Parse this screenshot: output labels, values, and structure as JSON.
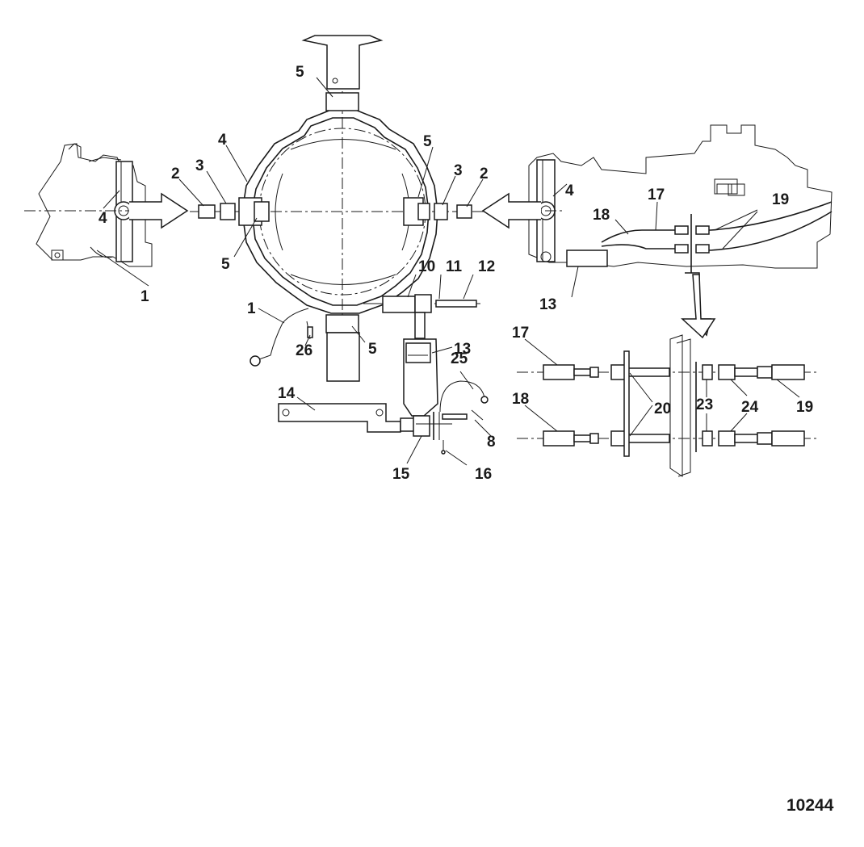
{
  "figure_id": "10244",
  "callouts": {
    "c1a": "1",
    "c1b": "1",
    "c2a": "2",
    "c2b": "2",
    "c3a": "3",
    "c3b": "3",
    "c4a": "4",
    "c4b": "4",
    "c4c": "4",
    "c5a": "5",
    "c5b": "5",
    "c5c": "5",
    "c5d": "5",
    "c8": "8",
    "c10": "10",
    "c11": "11",
    "c12": "12",
    "c13a": "13",
    "c13b": "13",
    "c14": "14",
    "c15": "15",
    "c16": "16",
    "c17a": "17",
    "c17b": "17",
    "c18a": "18",
    "c18b": "18",
    "c19a": "19",
    "c19b": "19",
    "c20": "20",
    "c23": "23",
    "c24": "24",
    "c25": "25",
    "c26": "26"
  }
}
